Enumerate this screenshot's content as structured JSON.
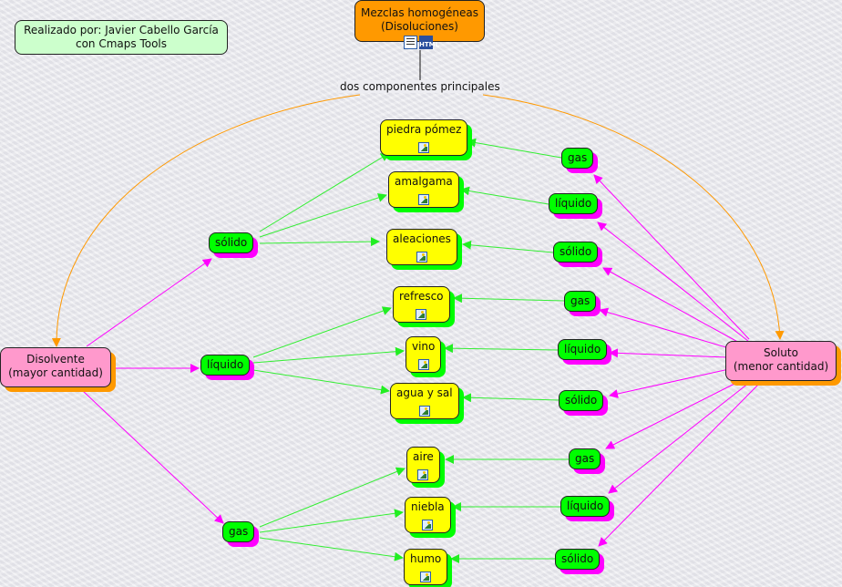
{
  "credit": {
    "line1": "Realizado por: Javier Cabello García",
    "line2": "con Cmaps Tools"
  },
  "root": {
    "line1": "Mezclas homogéneas",
    "line2": "(Disoluciones)",
    "resource_icons": [
      "document-icon",
      "html-icon"
    ]
  },
  "link_phrase": "dos componentes principales",
  "disolvente": {
    "line1": "Disolvente",
    "line2": "(mayor cantidad)"
  },
  "soluto": {
    "line1": "Soluto",
    "line2": "(menor cantidad)"
  },
  "solvent_states": [
    "sólido",
    "líquido",
    "gas"
  ],
  "solute_states": [
    "gas",
    "líquido",
    "sólido",
    "gas",
    "líquido",
    "sólido",
    "gas",
    "líquido",
    "sólido"
  ],
  "examples": [
    "piedra pómez",
    "amalgama",
    "aleaciones",
    "refresco",
    "vino",
    "agua y sal",
    "aire",
    "niebla",
    "humo"
  ],
  "colors": {
    "root": "#ff9900",
    "main": "#ff99cc",
    "state": "#00ff00",
    "example": "#ffff00",
    "credit": "#ccffcc",
    "link_orange": "#ff9900",
    "link_magenta": "#ff00ff",
    "link_green": "#33ee33"
  }
}
